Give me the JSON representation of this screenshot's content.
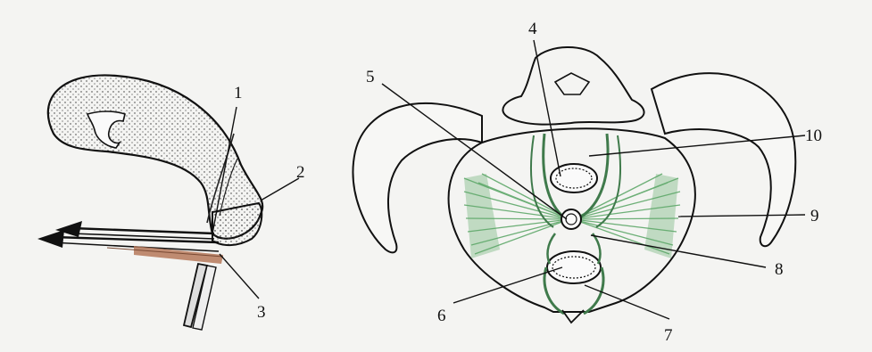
{
  "figure": {
    "callouts": [
      {
        "id": "1",
        "text": "1"
      },
      {
        "id": "2",
        "text": "2"
      },
      {
        "id": "3",
        "text": "3"
      },
      {
        "id": "4",
        "text": "4"
      },
      {
        "id": "5",
        "text": "5"
      },
      {
        "id": "6",
        "text": "6"
      },
      {
        "id": "7",
        "text": "7"
      },
      {
        "id": "8",
        "text": "8"
      },
      {
        "id": "9",
        "text": "9"
      },
      {
        "id": "10",
        "text": "10"
      }
    ],
    "colors": {
      "ink": "#1a1a1a",
      "muscle_green": "#5fa86a",
      "muscle_brown": "#b5785a",
      "page": "#f4f4f2"
    }
  }
}
